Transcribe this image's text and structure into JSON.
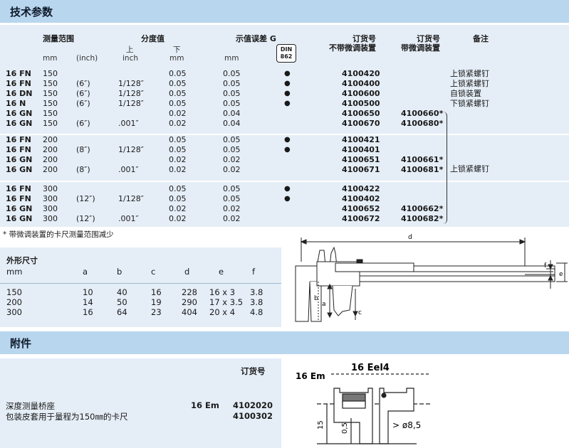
{
  "section1": {
    "title": "技术参数"
  },
  "headers": {
    "measuring_range": "测量范围",
    "graduation": "分度值",
    "upper": "上",
    "lower": "下",
    "error": "示值误差 G",
    "din_label": "DIN",
    "din_number": "862",
    "order1_a": "订货号",
    "order1_b": "不带微调装置",
    "order2_a": "订货号",
    "order2_b": "带微调装置",
    "remarks": "备注",
    "unit_mm": "mm",
    "unit_inch_paren": "(inch)",
    "unit_inch": "inch",
    "unit_mm2": "mm",
    "unit_mm3": "mm"
  },
  "groups": [
    {
      "rows": [
        {
          "model": "16 FN",
          "mm": "150",
          "inch": "",
          "grad_inch": "",
          "grad_mm": "0.05",
          "err": "0.05",
          "dot": "●",
          "ord1": "4100420",
          "ord2": "",
          "remark": "上锁紧螺钉"
        },
        {
          "model": "16 FN",
          "mm": "150",
          "inch": "(6″)",
          "grad_inch": "1/128″",
          "grad_mm": "0.05",
          "err": "0.05",
          "dot": "●",
          "ord1": "4100400",
          "ord2": "",
          "remark": "上锁紧螺钉"
        },
        {
          "model": "16 DN",
          "mm": "150",
          "inch": "(6″)",
          "grad_inch": "1/128″",
          "grad_mm": "0.05",
          "err": "0.05",
          "dot": "●",
          "ord1": "4100600",
          "ord2": "",
          "remark": "自锁装置"
        },
        {
          "model": "16 N",
          "mm": "150",
          "inch": "(6″)",
          "grad_inch": "1/128″",
          "grad_mm": "0.05",
          "err": "0.05",
          "dot": "●",
          "ord1": "4100500",
          "ord2": "",
          "remark": "下锁紧螺钉"
        },
        {
          "model": "16 GN",
          "mm": "150",
          "inch": "",
          "grad_inch": "",
          "grad_mm": "0.02",
          "err": "0.04",
          "dot": "",
          "ord1": "4100650",
          "ord2": "4100660*",
          "remark": ""
        },
        {
          "model": "16 GN",
          "mm": "150",
          "inch": "(6″)",
          "grad_inch": ".001″",
          "grad_mm": "0.02",
          "err": "0.04",
          "dot": "",
          "ord1": "4100670",
          "ord2": "4100680*",
          "remark": ""
        }
      ]
    },
    {
      "rows": [
        {
          "model": "16 FN",
          "mm": "200",
          "inch": "",
          "grad_inch": "",
          "grad_mm": "0.05",
          "err": "0.05",
          "dot": "●",
          "ord1": "4100421",
          "ord2": "",
          "remark": ""
        },
        {
          "model": "16 FN",
          "mm": "200",
          "inch": "(8″)",
          "grad_inch": "1/128″",
          "grad_mm": "0.05",
          "err": "0.05",
          "dot": "●",
          "ord1": "4100401",
          "ord2": "",
          "remark": ""
        },
        {
          "model": "16 GN",
          "mm": "200",
          "inch": "",
          "grad_inch": "",
          "grad_mm": "0.02",
          "err": "0.02",
          "dot": "",
          "ord1": "4100651",
          "ord2": "4100661*",
          "remark": ""
        },
        {
          "model": "16 GN",
          "mm": "200",
          "inch": "(8″)",
          "grad_inch": ".001″",
          "grad_mm": "0.02",
          "err": "0.02",
          "dot": "",
          "ord1": "4100671",
          "ord2": "4100681*",
          "remark": ""
        }
      ]
    },
    {
      "rows": [
        {
          "model": "16 FN",
          "mm": "300",
          "inch": "",
          "grad_inch": "",
          "grad_mm": "0.05",
          "err": "0.05",
          "dot": "●",
          "ord1": "4100422",
          "ord2": "",
          "remark": ""
        },
        {
          "model": "16 FN",
          "mm": "300",
          "inch": "(12″)",
          "grad_inch": "1/128″",
          "grad_mm": "0.05",
          "err": "0.05",
          "dot": "●",
          "ord1": "4100402",
          "ord2": "",
          "remark": ""
        },
        {
          "model": "16 GN",
          "mm": "300",
          "inch": "",
          "grad_inch": "",
          "grad_mm": "0.02",
          "err": "0.02",
          "dot": "",
          "ord1": "4100652",
          "ord2": "4100662*",
          "remark": ""
        },
        {
          "model": "16 GN",
          "mm": "300",
          "inch": "(12″)",
          "grad_inch": ".001″",
          "grad_mm": "0.02",
          "err": "0.02",
          "dot": "",
          "ord1": "4100672",
          "ord2": "4100682*",
          "remark": ""
        }
      ]
    }
  ],
  "brace_remark": "上锁紧螺钉",
  "footnote": "* 带微调装置的卡尺测量范围减少",
  "dimensions": {
    "title": "外形尺寸",
    "headers": [
      "mm",
      "a",
      "b",
      "c",
      "d",
      "e",
      "f"
    ],
    "rows": [
      [
        "150",
        "10",
        "40",
        "16",
        "228",
        "16 x 3",
        "3.8"
      ],
      [
        "200",
        "14",
        "50",
        "19",
        "290",
        "17 x 3.5",
        "3.8"
      ],
      [
        "300",
        "16",
        "64",
        "23",
        "404",
        "20 x 4",
        "4.8"
      ]
    ]
  },
  "caliper_labels": {
    "d": "d",
    "a": "a",
    "b": "b",
    "c": "c",
    "e": "e",
    "f": "f"
  },
  "section2": {
    "title": "附件"
  },
  "accessories": {
    "order_header": "订货号",
    "items": [
      {
        "name": "深度测量桥座",
        "model": "16 Em",
        "order": "4102020"
      },
      {
        "name": "包装皮套用于量程为150㎜的卡尺",
        "model": "",
        "order": "4100302"
      }
    ]
  },
  "depth_drawing": {
    "title": "16 Eel4",
    "model_label": "16 Em",
    "dim_15": "15",
    "dim_05": "0,5",
    "dia_label": "> ø8,5"
  }
}
